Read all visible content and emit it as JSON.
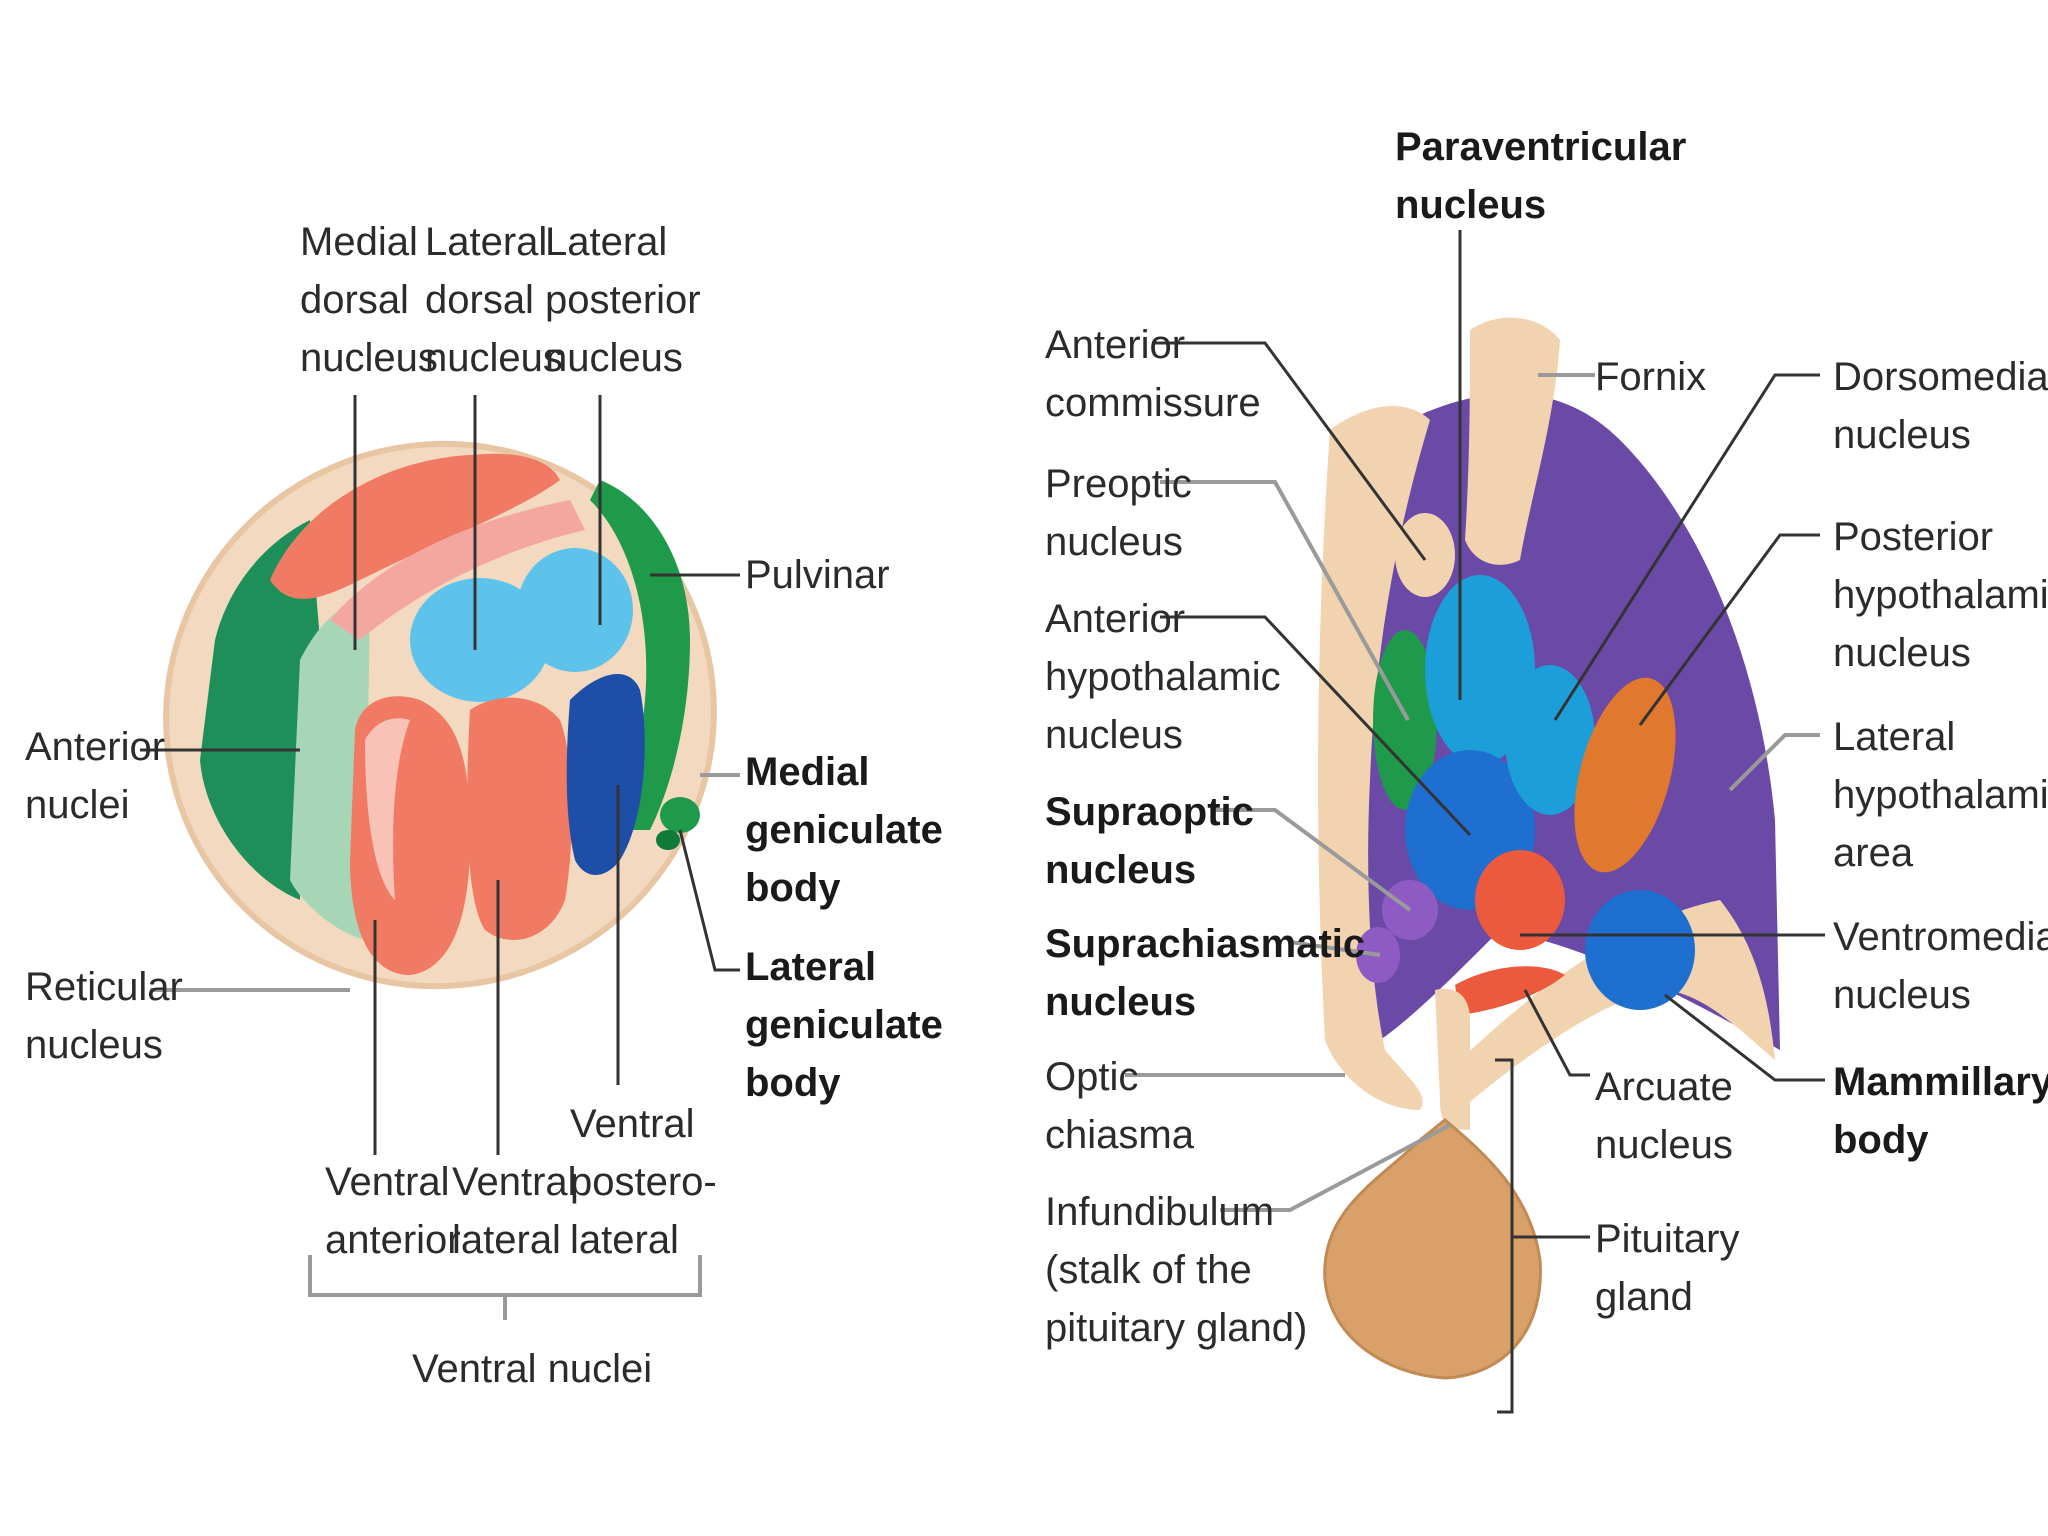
{
  "thalamus": {
    "labels": {
      "medial_dorsal": [
        "Medial",
        "dorsal",
        "nucleus"
      ],
      "lateral_dorsal": [
        "Lateral",
        "dorsal",
        "nucleus"
      ],
      "lateral_posterior": [
        "Lateral",
        "posterior",
        "nucleus"
      ],
      "pulvinar": [
        "Pulvinar"
      ],
      "anterior_nuclei": [
        "Anterior",
        "nuclei"
      ],
      "medial_geniculate": [
        "Medial",
        "geniculate",
        "body"
      ],
      "lateral_geniculate": [
        "Lateral",
        "geniculate",
        "body"
      ],
      "reticular": [
        "Reticular",
        "nucleus"
      ],
      "ventral_anterior": [
        "Ventral",
        "anterior"
      ],
      "ventral_lateral": [
        "Ventral",
        "lateral"
      ],
      "ventral_posterolateral": [
        "Ventral",
        "postero-",
        "lateral"
      ],
      "ventral_nuclei": [
        "Ventral nuclei"
      ]
    },
    "colors": {
      "salmon": "#f07a63",
      "pink": "#f4a7a0",
      "green": "#1f8f5a",
      "light_green": "#8fd0a8",
      "light_blue": "#5ec3ea",
      "blue": "#2b86d4",
      "dark_blue": "#1e4fa8",
      "tan": "#f3d9bf"
    }
  },
  "hypothalamus": {
    "labels": {
      "paraventricular": [
        "Paraventricular",
        "nucleus"
      ],
      "anterior_commissure": [
        "Anterior",
        "commissure"
      ],
      "fornix": [
        "Fornix"
      ],
      "dorsomedial": [
        "Dorsomedial",
        "nucleus"
      ],
      "preoptic": [
        "Preoptic",
        "nucleus"
      ],
      "posterior_hypothalamic": [
        "Posterior",
        "hypothalamic",
        "nucleus"
      ],
      "anterior_hypothalamic": [
        "Anterior",
        "hypothalamic",
        "nucleus"
      ],
      "lateral_hypothalamic": [
        "Lateral",
        "hypothalamic",
        "area"
      ],
      "supraoptic": [
        "Supraoptic",
        "nucleus"
      ],
      "suprachiasmatic": [
        "Suprachiasmatic",
        "nucleus"
      ],
      "ventromedial": [
        "Ventromedial",
        "nucleus"
      ],
      "optic_chiasma": [
        "Optic",
        "chiasma"
      ],
      "arcuate": [
        "Arcuate",
        "nucleus"
      ],
      "mammillary": [
        "Mammillary",
        "body"
      ],
      "infundibulum": [
        "Infundibulum",
        "(stalk of the",
        "pituitary gland)"
      ],
      "pituitary": [
        "Pituitary",
        "gland"
      ]
    },
    "colors": {
      "purple": "#6a4aa6",
      "tan": "#f1d3b0",
      "green": "#1f9a4a",
      "blue": "#1e6fd0",
      "cyan": "#1c9fd8",
      "orange": "#e0782e",
      "red": "#ec5a3e",
      "violet": "#8e5bc4",
      "pituitary": "#d9a06a"
    }
  }
}
